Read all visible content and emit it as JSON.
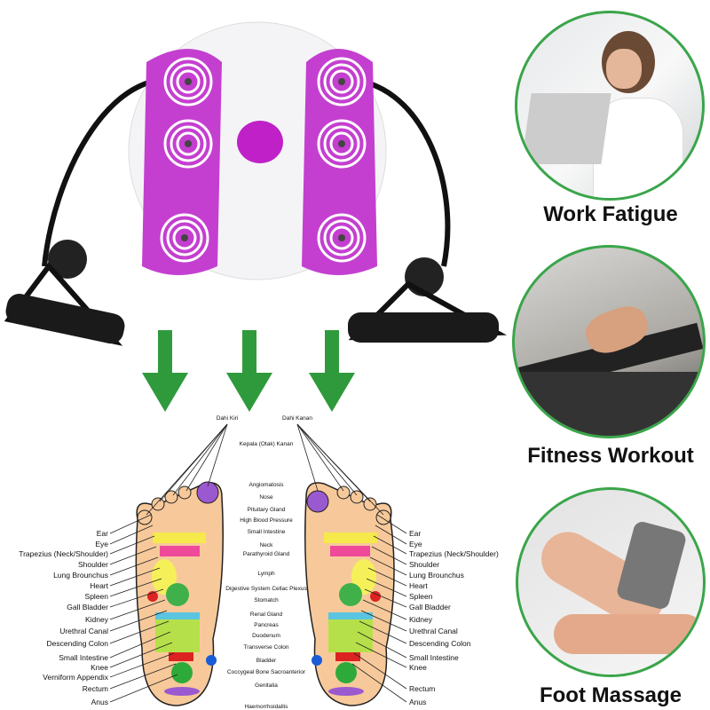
{
  "captions": [
    "Work Fatigue",
    "Fitness Workout",
    "Foot Massage"
  ],
  "chart": {
    "top_labels": [
      "Dahi Kiri",
      "Dahi Kanan",
      "Kepala (Otak) Kanan"
    ],
    "left_labels": [
      "Ear",
      "Eye",
      "Trapezius (Neck/Shoulder)",
      "Shoulder",
      "Lung Brounchus",
      "Heart",
      "Spleen",
      "Gall Bladder",
      "Kidney",
      "Urethral Canal",
      "Descending Colon",
      "Small Intestine",
      "Knee",
      "Verniform Appendix",
      "Rectum",
      "Anus"
    ],
    "center_labels": [
      "Angiomatosis",
      "Nose",
      "Pituitary Gland",
      "High Blood Pressure",
      "Small Intestine",
      "Neck",
      "Parathyroid Gland",
      "Lymph",
      "Digestive System Cellac Plexus",
      "Stomatch",
      "Renal Gland",
      "Pancreas",
      "Duodenum",
      "Transverse Colon",
      "Bladder",
      "Coccygeal Bone Sacroanterior",
      "Genitalia",
      "Haemorrhoidallis"
    ],
    "right_labels": [
      "Ear",
      "Eye",
      "Trapezius (Neck/Shoulder)",
      "Shoulder",
      "Lung Brounchus",
      "Heart",
      "Spleen",
      "Gall Bladder",
      "Kidney",
      "Urethral Canal",
      "Descending Colon",
      "Small Intestine",
      "Knee",
      "Rectum",
      "Anus"
    ]
  },
  "colors": {
    "accent_green": "#2f9a3c",
    "pad_purple": "#c43fd0",
    "frame_green": "#3aa54a"
  }
}
